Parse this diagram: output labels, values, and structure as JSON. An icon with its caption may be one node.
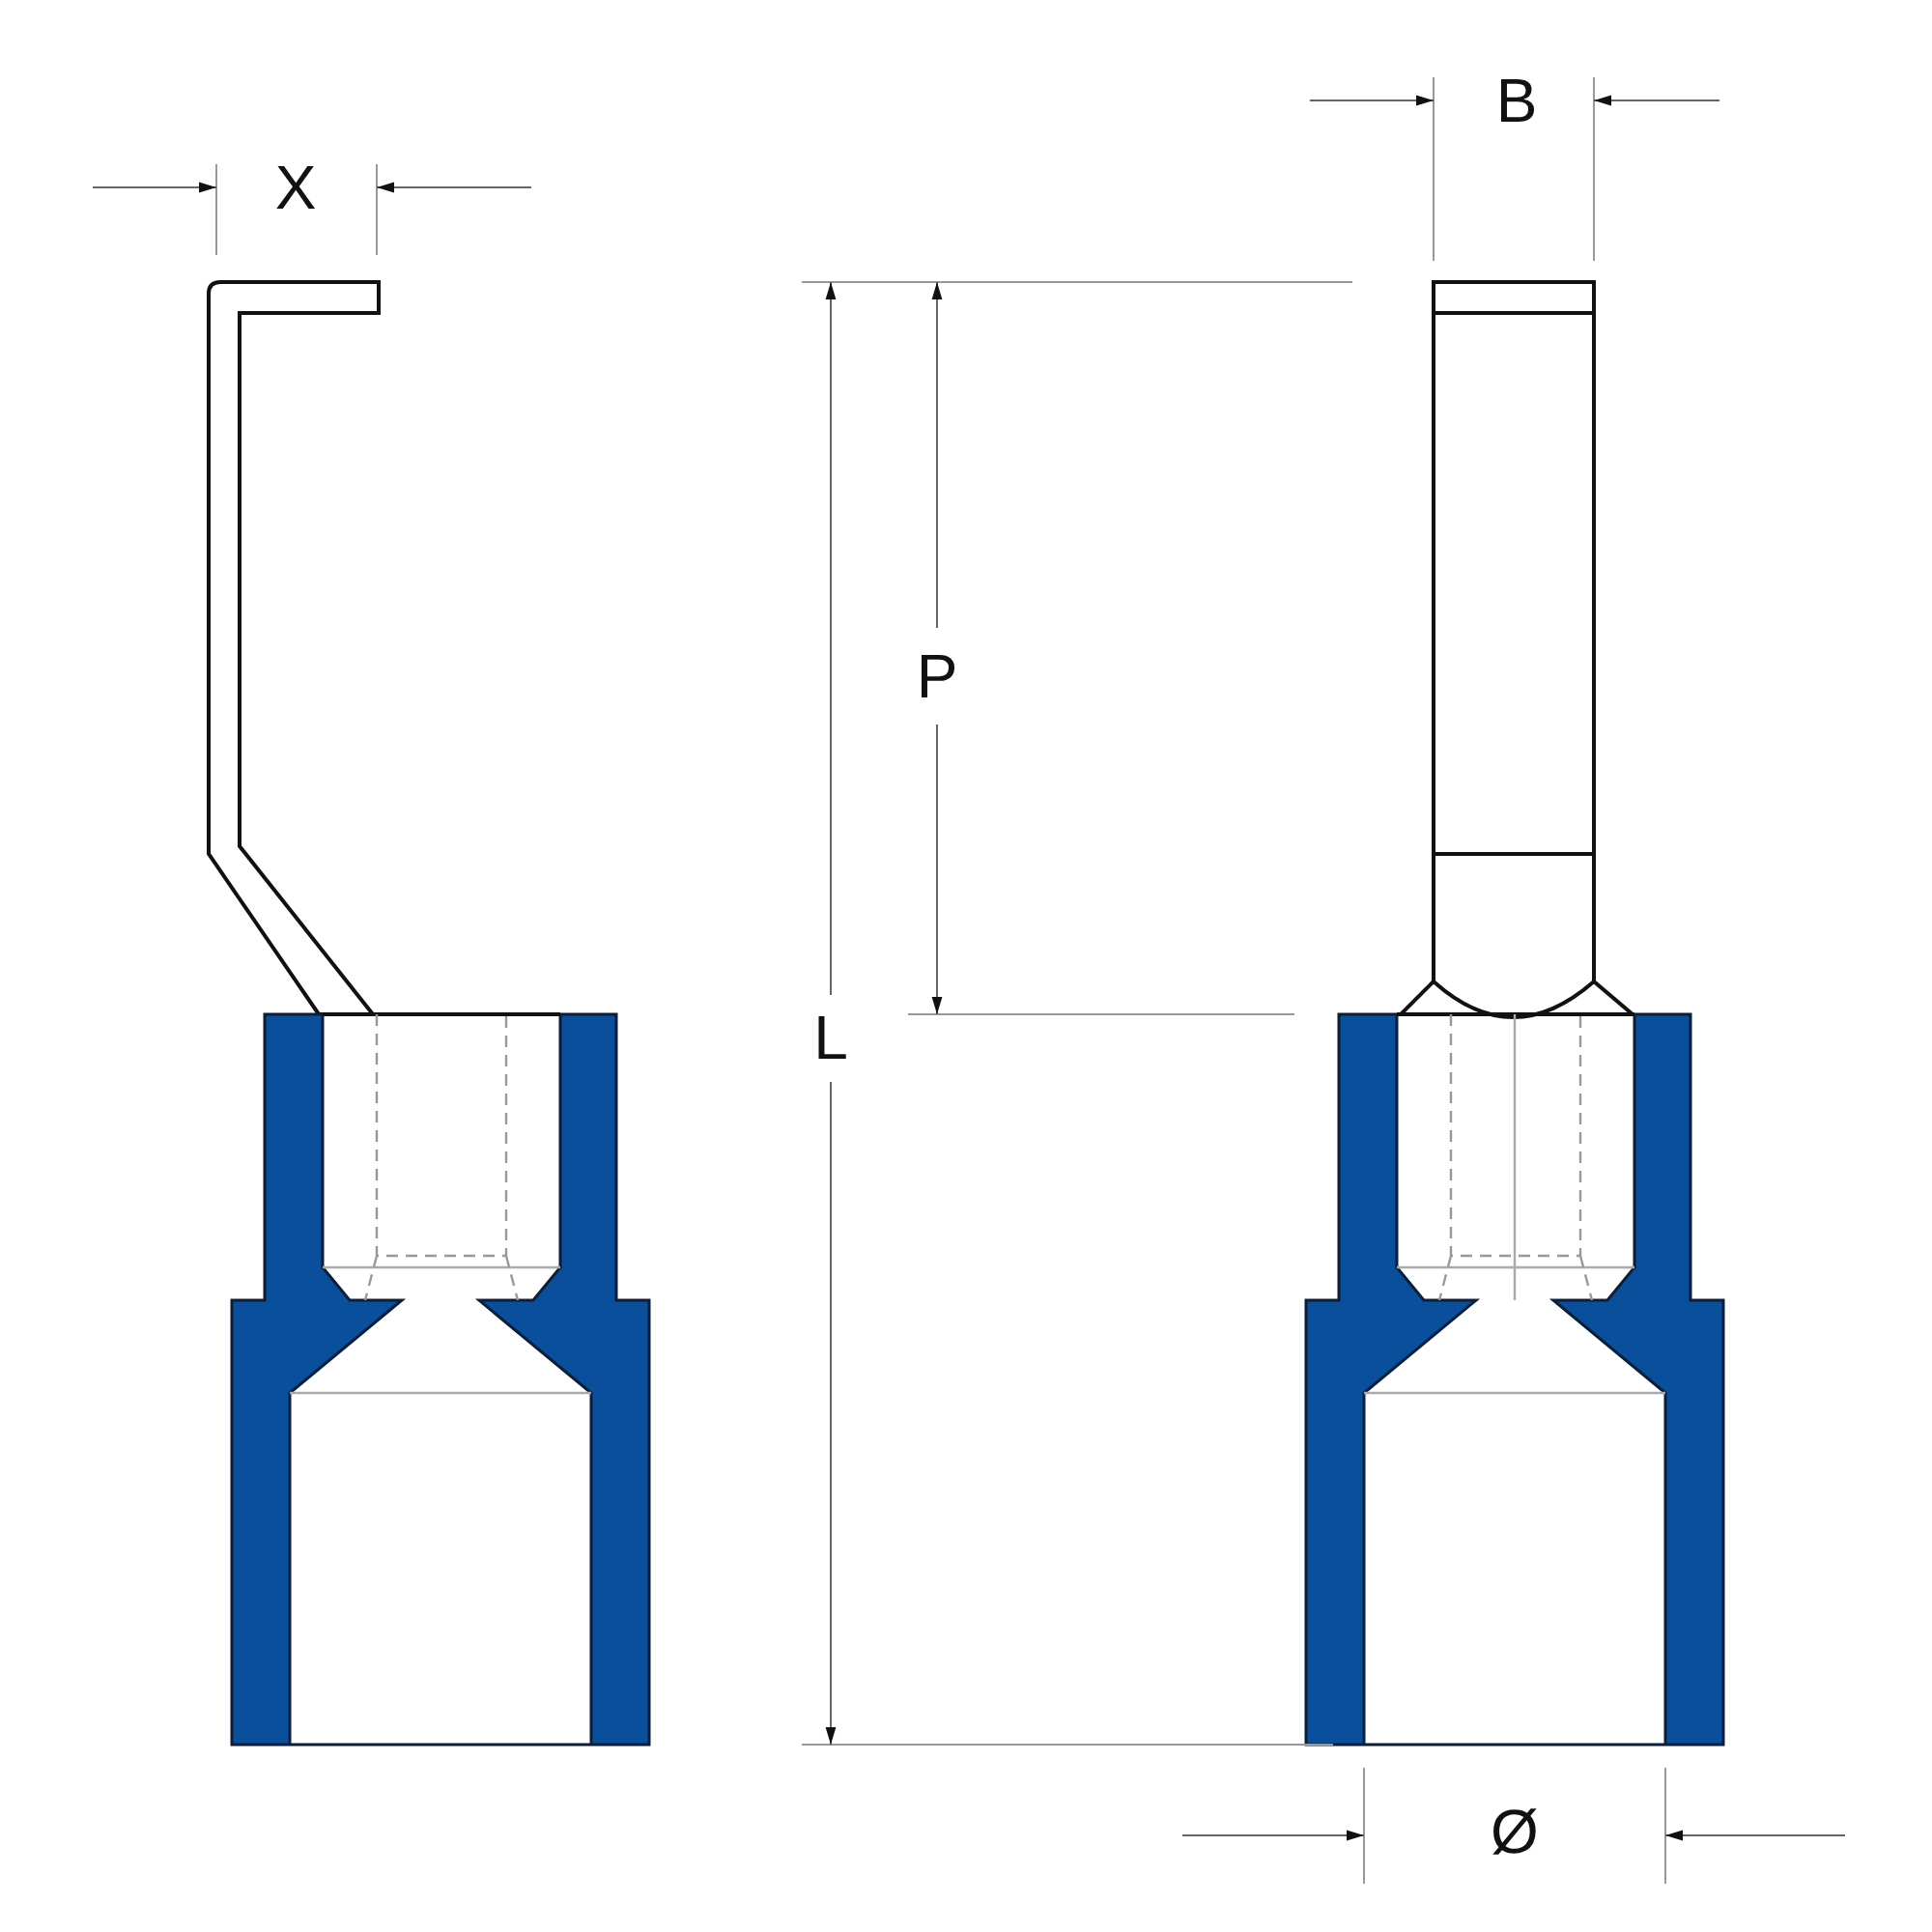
{
  "diagram": {
    "labels": [
      "X",
      "B",
      "P",
      "L",
      "Ø"
    ]
  }
}
